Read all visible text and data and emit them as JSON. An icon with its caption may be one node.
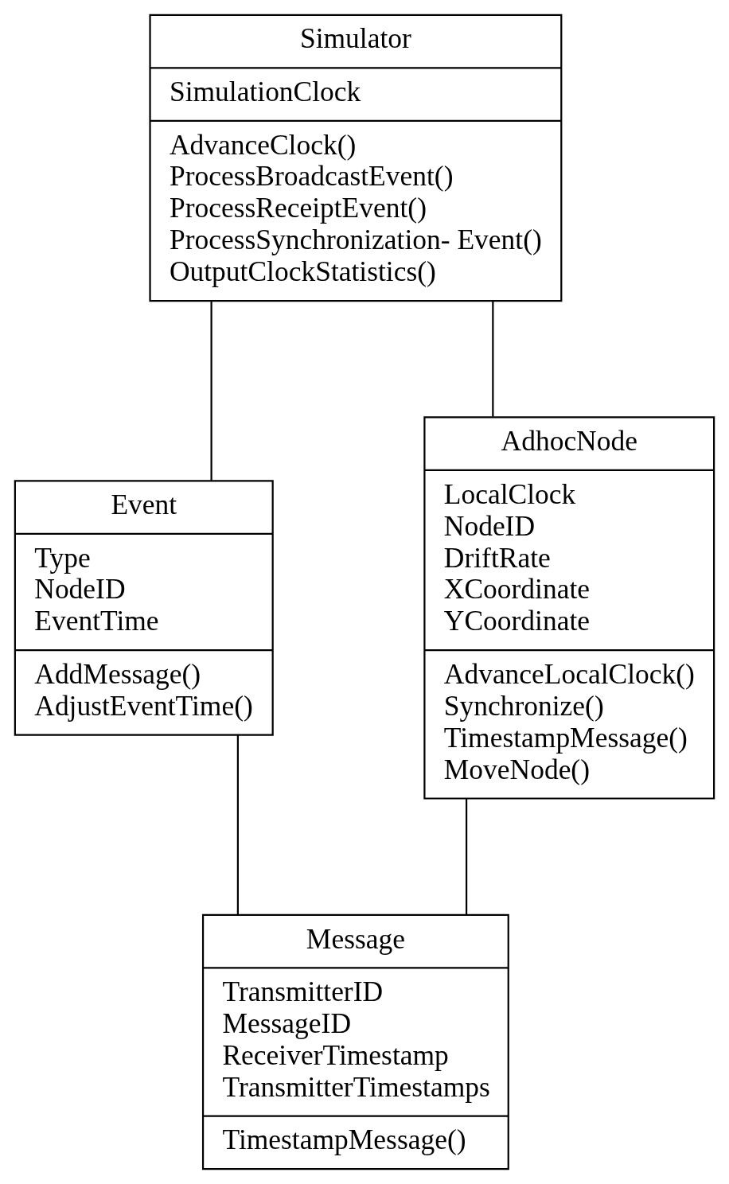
{
  "diagram": {
    "nodes": [
      {
        "text": [
          "Simulator",
          "SimulationClock",
          "AdvanceClock()",
          "ProcessBroadcastEvent()",
          "ProcessReceiptEvent()",
          "ProcessSynchronization- Event()",
          "OutputClockStatistics()"
        ]
      },
      {
        "text": [
          "Event",
          "Type",
          "NodeID",
          "EventTime",
          "AddMessage()",
          "AdjustEventTime()"
        ]
      },
      {
        "text": [
          "AdhocNode",
          "LocalClock",
          "NodeID",
          "DriftRate",
          "XCoordinate",
          "YCoordinate",
          "AdvanceLocalClock()",
          "Synchronize()",
          "TimestampMessage()",
          "MoveNode()"
        ]
      },
      {
        "text": [
          "Message",
          "TransmitterID",
          "MessageID",
          "ReceiverTimestamp",
          "TransmitterTimestamps",
          "TimestampMessage()"
        ]
      }
    ],
    "edges": [
      {
        "from": 0,
        "to": 1,
        "arrow": "none"
      },
      {
        "from": 0,
        "to": 2,
        "arrow": "none"
      },
      {
        "from": 1,
        "to": 3,
        "arrow": "none"
      },
      {
        "from": 2,
        "to": 3,
        "arrow": "none"
      }
    ]
  }
}
